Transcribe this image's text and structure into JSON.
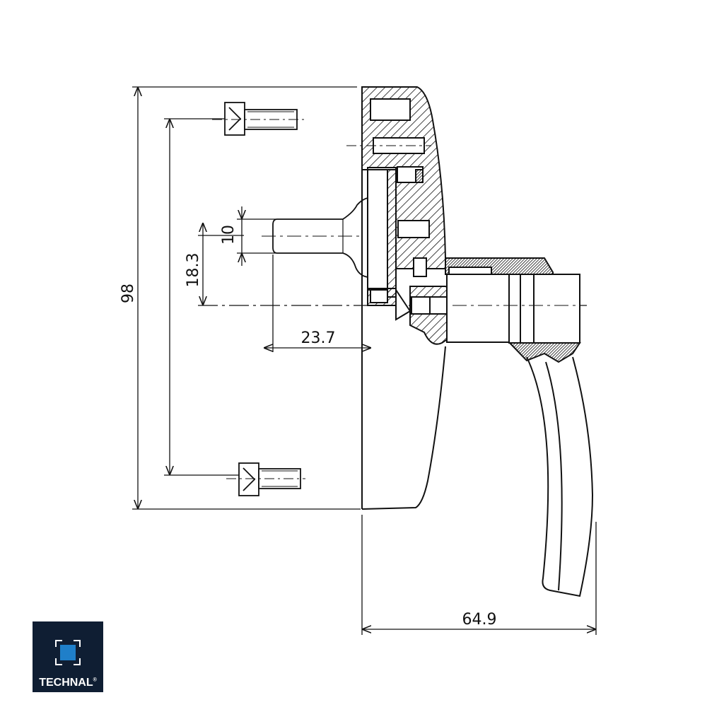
{
  "drawing": {
    "dimensions": {
      "overall_height": "98",
      "spindle_offset": "18.3",
      "spindle_size": "10",
      "spindle_length": "23.7",
      "projection": "64.9"
    }
  },
  "logo": {
    "text": "TECHNAL",
    "registered_mark": "®",
    "colors": {
      "background": "#0f1e33",
      "square": "#1f7fc9",
      "text": "#ffffff"
    }
  }
}
